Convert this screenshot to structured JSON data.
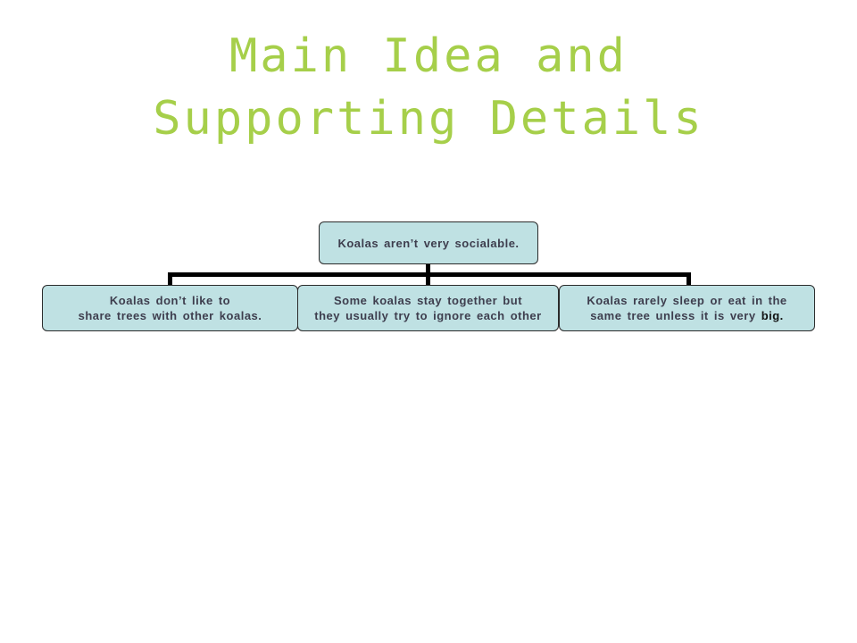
{
  "title": {
    "line1": "Main Idea and",
    "line2": "Supporting Details"
  },
  "diagram": {
    "main_idea": "Koalas aren’t very socialable.",
    "details": [
      {
        "line1": "Koalas don’t like to",
        "line2": "share trees with other koalas."
      },
      {
        "line1": "Some koalas stay together but",
        "line2": "they usually try to ignore each other"
      },
      {
        "line1": "Koalas rarely sleep or eat in the",
        "line2_prefix": "same tree unless it is very ",
        "line2_emphasis": "big."
      }
    ]
  },
  "colors": {
    "title": "#a6cf4a",
    "node_fill": "#bfe1e3",
    "node_text": "#3e3e4e",
    "connector": "#000000"
  }
}
